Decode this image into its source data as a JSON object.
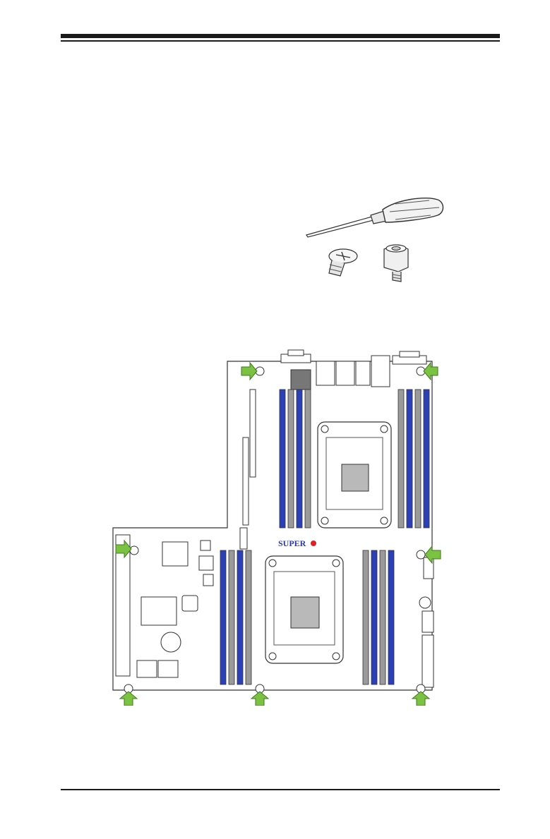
{
  "page": {
    "figure": {
      "tools_illustration": "screwdriver-screw-standoff",
      "board_illustration": "motherboard-mounting-holes",
      "board_brand": "SUPER",
      "arrow_color": "#7cc242",
      "dimm_color": "#2b3fb7",
      "mount_holes": 7
    }
  }
}
